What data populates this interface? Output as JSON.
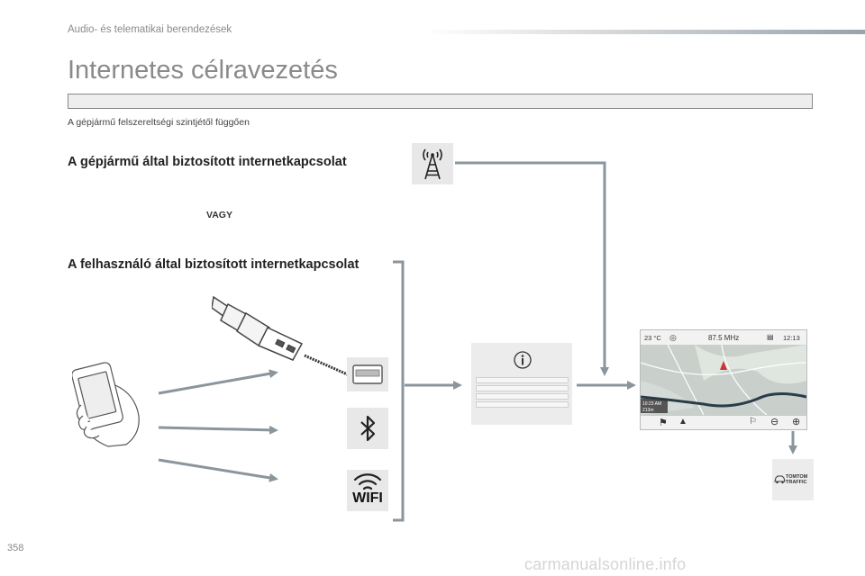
{
  "header": {
    "section": "Audio- és telematikai berendezések"
  },
  "page": {
    "title": "Internetes célravezetés",
    "number": "358"
  },
  "content": {
    "subtitle": "A gépjármű felszereltségi szintjétől függően",
    "heading_vehicle": "A gépjármű által biztosított internetkapcsolat",
    "or_label": "VAGY",
    "heading_user": "A felhasználó által biztosított internetkapcsolat"
  },
  "icons": {
    "antenna": "antenna-icon",
    "usb_cable": "usb-cable-icon",
    "usb_port": "usb-port-icon",
    "bluetooth": "bluetooth-icon",
    "wifi": "wifi-icon",
    "smartphone": "smartphone-icon",
    "info": "info-icon",
    "tomtom": "tomtom-traffic-icon"
  },
  "wifi_label": "WIFI",
  "screen": {
    "temperature": "23 °C",
    "frequency": "87.5 MHz",
    "time": "12:13",
    "nav_time": "10:23 AM",
    "nav_dist": "213m"
  },
  "tomtom": {
    "line1": "TOMTOM",
    "line2": "TRAFFIC"
  },
  "watermark": "carmanualsonline.info",
  "colors": {
    "arrow": "#8a959c",
    "heading_gray": "#8a8a8a",
    "icon_bg": "#e8e8e8"
  }
}
